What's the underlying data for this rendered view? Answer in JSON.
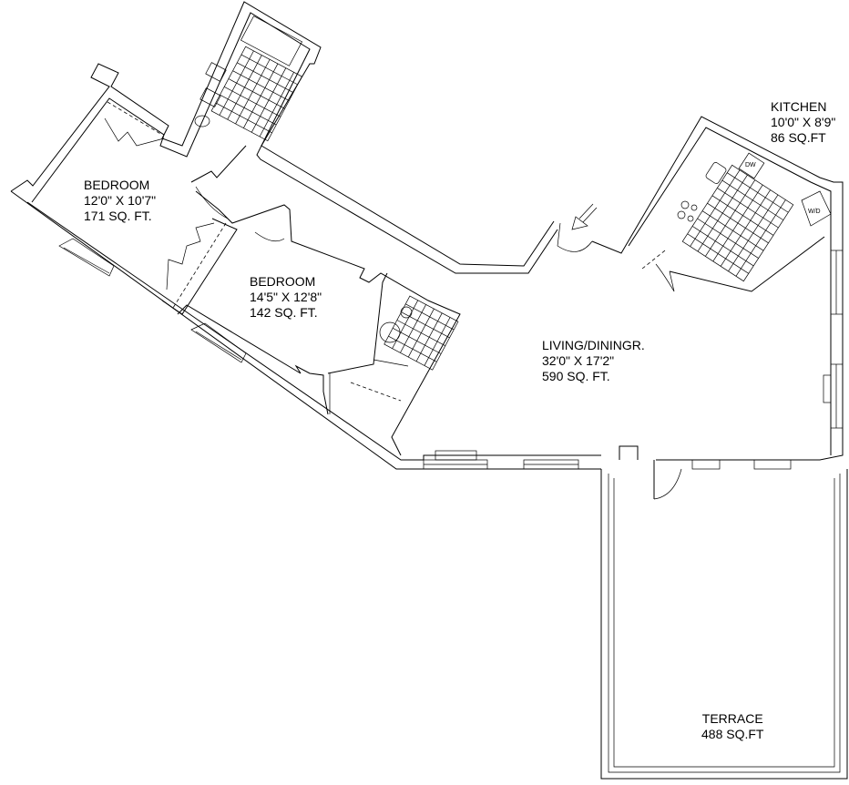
{
  "rooms": {
    "bedroom1": {
      "name": "BEDROOM",
      "dims": "12'0\" X 10'7\"",
      "area": "171 SQ. FT."
    },
    "bedroom2": {
      "name": "BEDROOM",
      "dims": "14'5\" X 12'8\"",
      "area": "142 SQ. FT."
    },
    "living": {
      "name": "LIVING/DININGR.",
      "dims": "32'0\" X 17'2\"",
      "area": "590 SQ. FT."
    },
    "kitchen": {
      "name": "KITCHEN",
      "dims": "10'0\" X 8'9\"",
      "area": "86 SQ.FT"
    },
    "terrace": {
      "name": "TERRACE",
      "area": "488 SQ.FT"
    }
  },
  "appliances": {
    "dishwasher": "DW",
    "washer_dryer": "W/D"
  }
}
